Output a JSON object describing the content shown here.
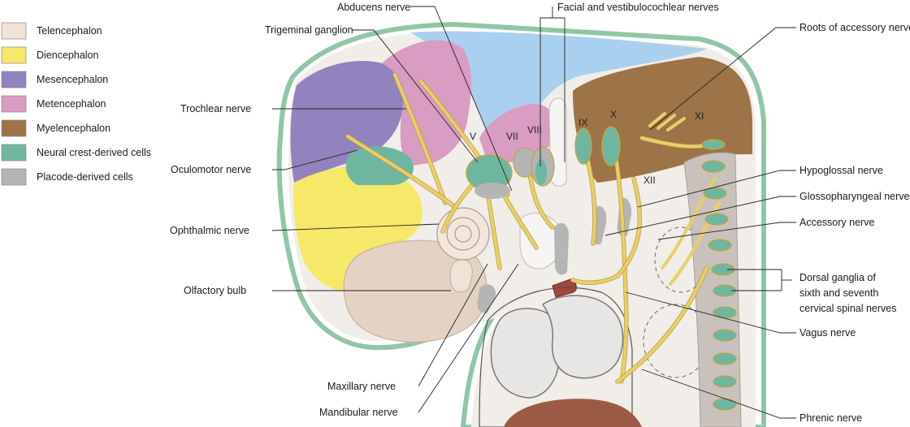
{
  "legend": {
    "items": [
      {
        "label": "Telencephalon",
        "color": "#f2e3d6"
      },
      {
        "label": "Diencephalon",
        "color": "#f6e869"
      },
      {
        "label": "Mesencephalon",
        "color": "#9283bf"
      },
      {
        "label": "Metencephalon",
        "color": "#d99cc2"
      },
      {
        "label": "Myelencephalon",
        "color": "#9d7448"
      },
      {
        "label": "Neural crest-derived cells",
        "color": "#6fb6a0"
      },
      {
        "label": "Placode-derived cells",
        "color": "#b5b5b5"
      }
    ]
  },
  "labels": {
    "abducens": "Abducens nerve",
    "facial_vestibulocochlear": "Facial and vestibulocochlear nerves",
    "trigeminal_ganglion": "Trigeminal ganglion",
    "roots_accessory": "Roots of accessory nerve",
    "trochlear": "Trochlear nerve",
    "oculomotor": "Oculomotor nerve",
    "ophthalmic": "Ophthalmic nerve",
    "olfactory_bulb": "Olfactory bulb",
    "maxillary": "Maxillary nerve",
    "mandibular": "Mandibular nerve",
    "hypoglossal": "Hypoglossal nerve",
    "glossopharyngeal": "Glossopharyngeal nerve",
    "accessory": "Accessory nerve",
    "dorsal_ganglia_1": "Dorsal ganglia of",
    "dorsal_ganglia_2": "sixth and seventh",
    "dorsal_ganglia_3": "cervical spinal nerves",
    "vagus": "Vagus nerve",
    "phrenic": "Phrenic nerve"
  },
  "numerals": {
    "v": "V",
    "vii": "VII",
    "viii": "VIII",
    "ix": "IX",
    "x": "X",
    "xi": "XI",
    "xii": "XII"
  },
  "colors": {
    "outline": "#8fc6a6",
    "ventricle": "#a9d0ef",
    "tissue": "#f1ede8",
    "nerve": "#e9cf6a",
    "heart": "#e8e6e4",
    "liver": "#9b5a43"
  }
}
